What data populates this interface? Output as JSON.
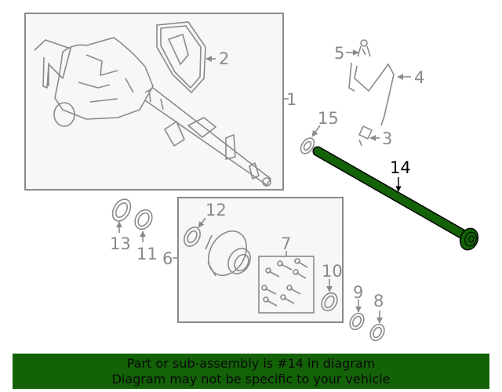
{
  "diagram": {
    "title": "Rear axle assembly exploded parts diagram",
    "highlighted_part": "14",
    "colors": {
      "line": "#8a8a8a",
      "panel_fill": "#f7f7f7",
      "highlight": "#136207",
      "highlight_label": "#000000"
    },
    "callouts": [
      {
        "id": "1",
        "label": "1"
      },
      {
        "id": "2",
        "label": "2"
      },
      {
        "id": "3",
        "label": "3"
      },
      {
        "id": "4",
        "label": "4"
      },
      {
        "id": "5",
        "label": "5"
      },
      {
        "id": "6",
        "label": "6"
      },
      {
        "id": "7",
        "label": "7"
      },
      {
        "id": "8",
        "label": "8"
      },
      {
        "id": "9",
        "label": "9"
      },
      {
        "id": "10",
        "label": "10"
      },
      {
        "id": "11",
        "label": "11"
      },
      {
        "id": "12",
        "label": "12"
      },
      {
        "id": "13",
        "label": "13"
      },
      {
        "id": "14",
        "label": "14"
      },
      {
        "id": "15",
        "label": "15"
      }
    ]
  },
  "banner": {
    "line1": "Part or sub-assembly is #14 in diagram",
    "line2": "Diagram may not be specific to your vehicle",
    "background": "#136207"
  }
}
